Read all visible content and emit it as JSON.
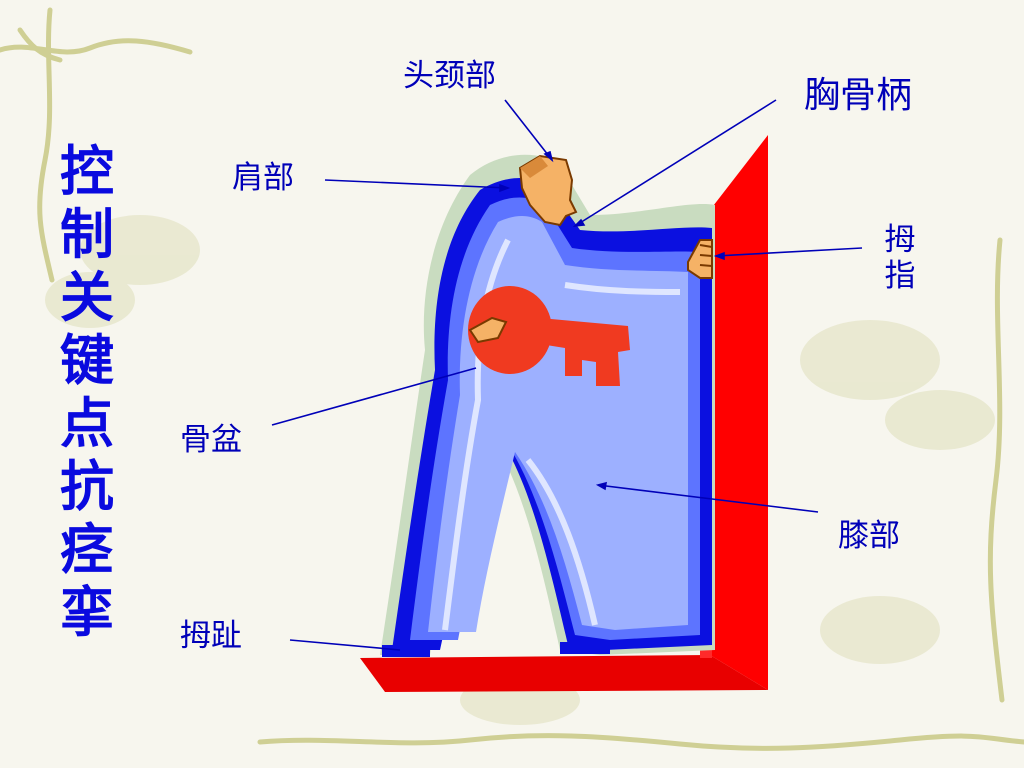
{
  "title": "控制关键点抗痉挛",
  "labels": {
    "head_neck": "头颈部",
    "sternum": "胸骨柄",
    "shoulder": "肩部",
    "thumb": "拇指",
    "pelvis": "骨盆",
    "knee": "膝部",
    "big_toe": "拇趾"
  },
  "colors": {
    "title": "#0a0adf",
    "label": "#0000b8",
    "wall": "#ff0000",
    "key": "#f03a20",
    "figure_dark": "#0b10e0",
    "figure_light": "#9db0ff"
  }
}
